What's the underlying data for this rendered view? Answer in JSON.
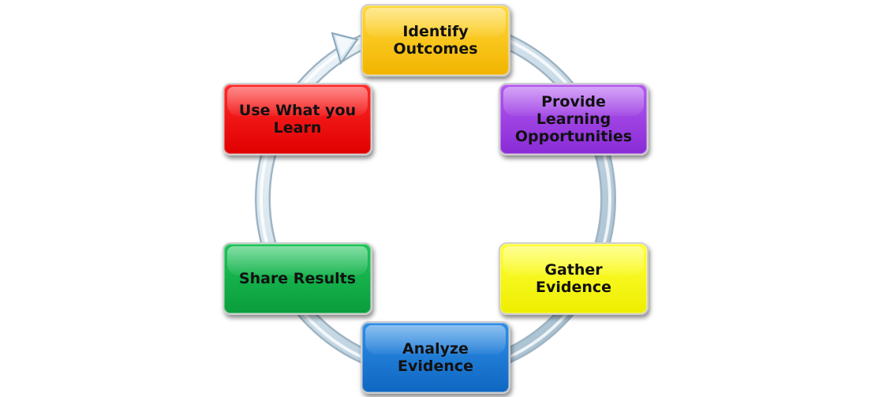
{
  "diagram": {
    "type": "cycle",
    "steps": [
      {
        "label": "Identify\nOutcomes",
        "color": "#f7c400"
      },
      {
        "label": "Provide\nLearning\nOpportunities",
        "color": "#9b3fe2"
      },
      {
        "label": "Gather Evidence",
        "color": "#ffff00"
      },
      {
        "label": "Analyze\nEvidence",
        "color": "#1a77d1"
      },
      {
        "label": "Share Results",
        "color": "#12b04a"
      },
      {
        "label": "Use What you\nLearn",
        "color": "#f00000"
      }
    ],
    "ring_color": "#d6e4ee",
    "arrow_direction": "clockwise"
  }
}
